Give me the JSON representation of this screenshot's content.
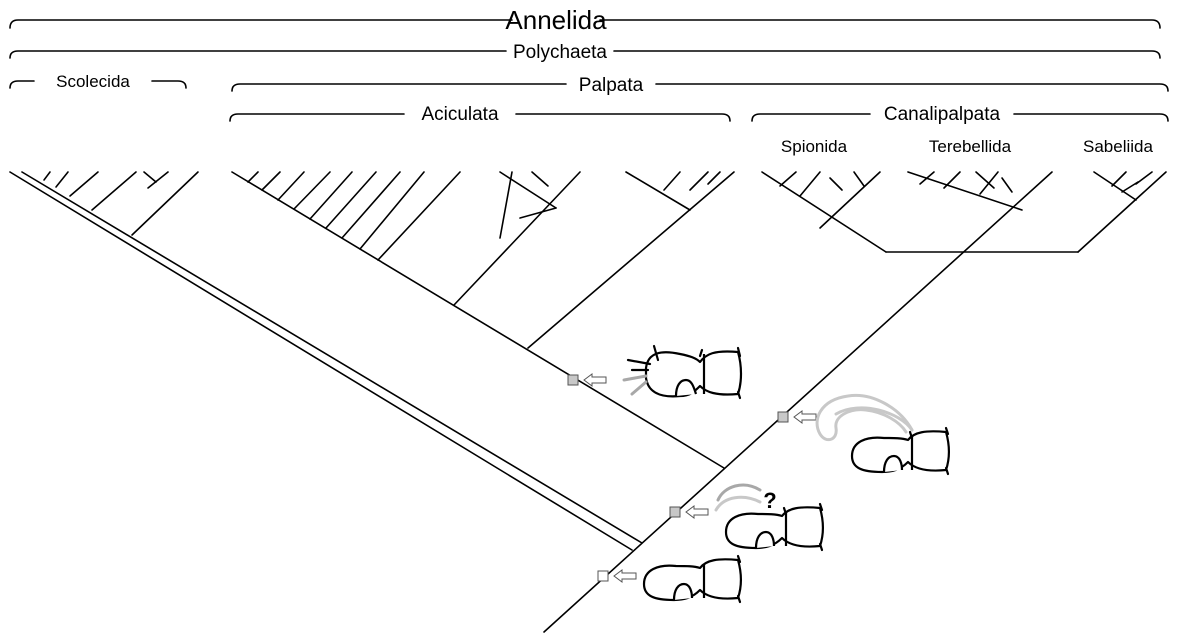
{
  "clades": {
    "annelida": "Annelida",
    "polychaeta": "Polychaeta",
    "scolecida": "Scolecida",
    "palpata": "Palpata",
    "aciculata": "Aciculata",
    "canalipalpata": "Canalipalpata",
    "spionida": "Spionida",
    "terebellida": "Terebellida",
    "sabeliida": "Sabeliida"
  },
  "annotations": {
    "question_mark": "?"
  },
  "colors": {
    "line": "#000000",
    "marker_fill": "#c8c8c8",
    "marker_empty": "#ffffff",
    "appendage_grey": "#a8a8a8"
  }
}
